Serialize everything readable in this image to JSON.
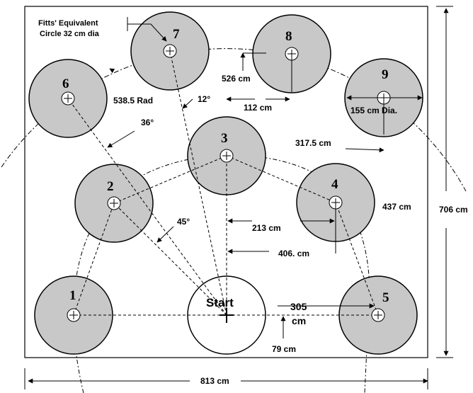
{
  "targets": [
    {
      "id": "1",
      "label": "1"
    },
    {
      "id": "2",
      "label": "2"
    },
    {
      "id": "3",
      "label": "3"
    },
    {
      "id": "4",
      "label": "4"
    },
    {
      "id": "5",
      "label": "5"
    },
    {
      "id": "6",
      "label": "6"
    },
    {
      "id": "7",
      "label": "7"
    },
    {
      "id": "8",
      "label": "8"
    },
    {
      "id": "9",
      "label": "9"
    }
  ],
  "start": {
    "label": "Start"
  },
  "labels": {
    "fitts_line1": "Fitts' Equivalent",
    "fitts_line2": "Circle 32 cm dia",
    "rad": "538.5 Rad",
    "angle_12": "12°",
    "angle_36": "36°",
    "angle_45": "45°",
    "d_526": "526 cm",
    "d_112": "112 cm",
    "dia_155": "155 cm Dia.",
    "d_317": "317.5 cm",
    "d_437": "437 cm",
    "d_213": "213 cm",
    "d_406": "406. cm",
    "d_305a": "305",
    "d_305b": "cm",
    "d_79": "79 cm",
    "width_813": "813 cm",
    "height_706": "706 cm"
  },
  "colors": {
    "target_fill": "#c8c8c8",
    "line": "#000000",
    "background": "#ffffff"
  }
}
